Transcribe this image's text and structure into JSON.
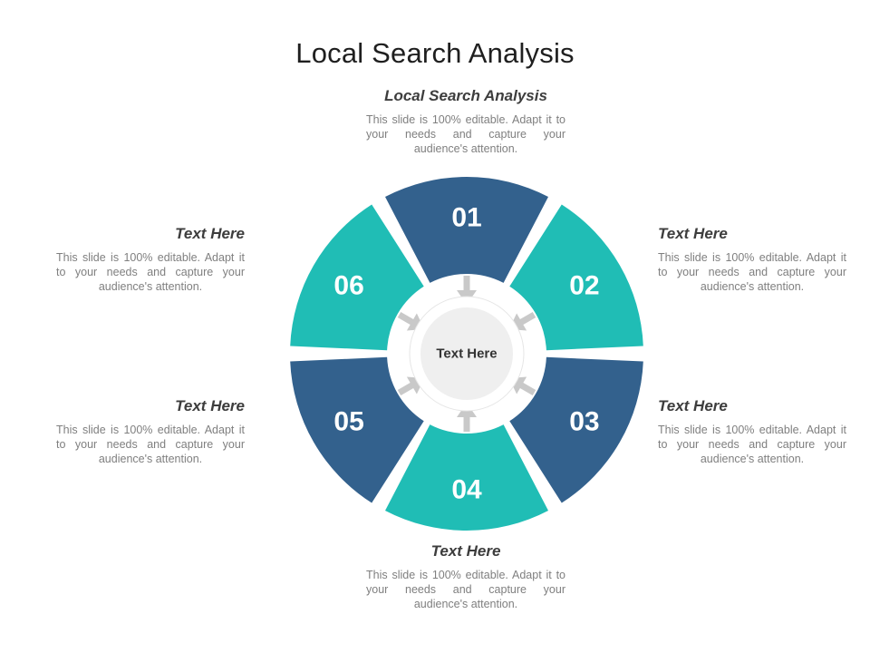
{
  "slide": {
    "title": "Local Search Analysis"
  },
  "center": {
    "label": "Text Here"
  },
  "colors": {
    "blue": "#33618d",
    "teal": "#20bdb5",
    "arrow": "#c9c9c9",
    "center_fill": "#efefef"
  },
  "segments": [
    {
      "number": "01",
      "heading": "Local Search Analysis",
      "description": "This slide is 100% editable. Adapt it to your needs and capture your audience's attention.",
      "color": "#33618d"
    },
    {
      "number": "02",
      "heading": "Text Here",
      "description": "This slide is 100% editable. Adapt it to your needs and capture your audience's attention.",
      "color": "#20bdb5"
    },
    {
      "number": "03",
      "heading": "Text Here",
      "description": "This slide is 100% editable. Adapt it to your needs and capture your audience's attention.",
      "color": "#33618d"
    },
    {
      "number": "04",
      "heading": "Text Here",
      "description": "This slide is 100% editable. Adapt it to your needs and capture your audience's attention.",
      "color": "#20bdb5"
    },
    {
      "number": "05",
      "heading": "Text Here",
      "description": "This slide is 100% editable. Adapt it to your needs and capture your audience's attention.",
      "color": "#33618d"
    },
    {
      "number": "06",
      "heading": "Text Here",
      "description": "This slide is 100% editable. Adapt it to your needs and capture your audience's attention.",
      "color": "#20bdb5"
    }
  ]
}
